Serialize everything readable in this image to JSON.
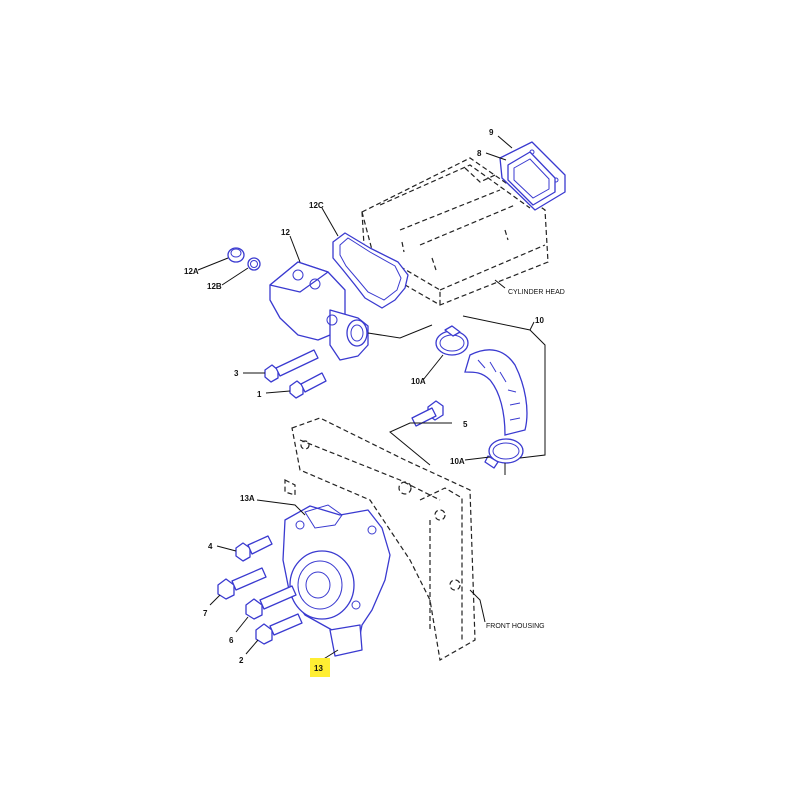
{
  "callouts": {
    "c9": "9",
    "c8": "8",
    "c12c": "12C",
    "c12": "12",
    "c12a": "12A",
    "c12b": "12B",
    "c10": "10",
    "c10a_top": "10A",
    "c10a_bot": "10A",
    "c3": "3",
    "c1": "1",
    "c5": "5",
    "c13a": "13A",
    "c4": "4",
    "c7": "7",
    "c6": "6",
    "c2": "2",
    "c13": "13"
  },
  "names": {
    "cylinder_head": "CYLINDER HEAD",
    "front_housing": "FRONT HOUSING"
  },
  "highlight": {
    "callout": "13",
    "color": "#ffee33"
  },
  "colors": {
    "part_outline": "#3a3ad0",
    "housing_outline": "#222222"
  }
}
